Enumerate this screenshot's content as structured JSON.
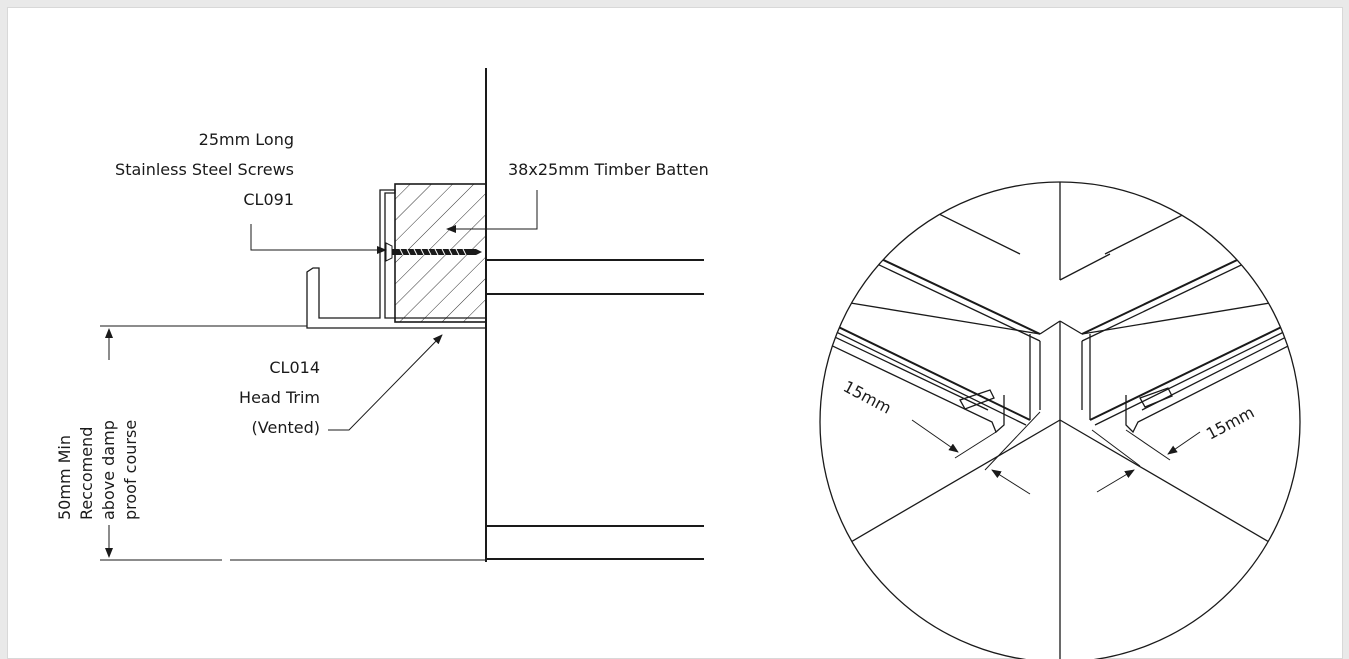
{
  "labels": {
    "screws_line1": "25mm Long",
    "screws_line2": "Stainless Steel Screws",
    "screws_line3": "CL091",
    "batten": "38x25mm Timber Batten",
    "trim_line1": "CL014",
    "trim_line2": "Head Trim",
    "trim_line3": "(Vented)",
    "dpc_line1": "50mm Min",
    "dpc_line2": "Reccomend",
    "dpc_line3": "above damp",
    "dpc_line4": "proof course",
    "dim_left": "15mm",
    "dim_right": "15mm"
  }
}
